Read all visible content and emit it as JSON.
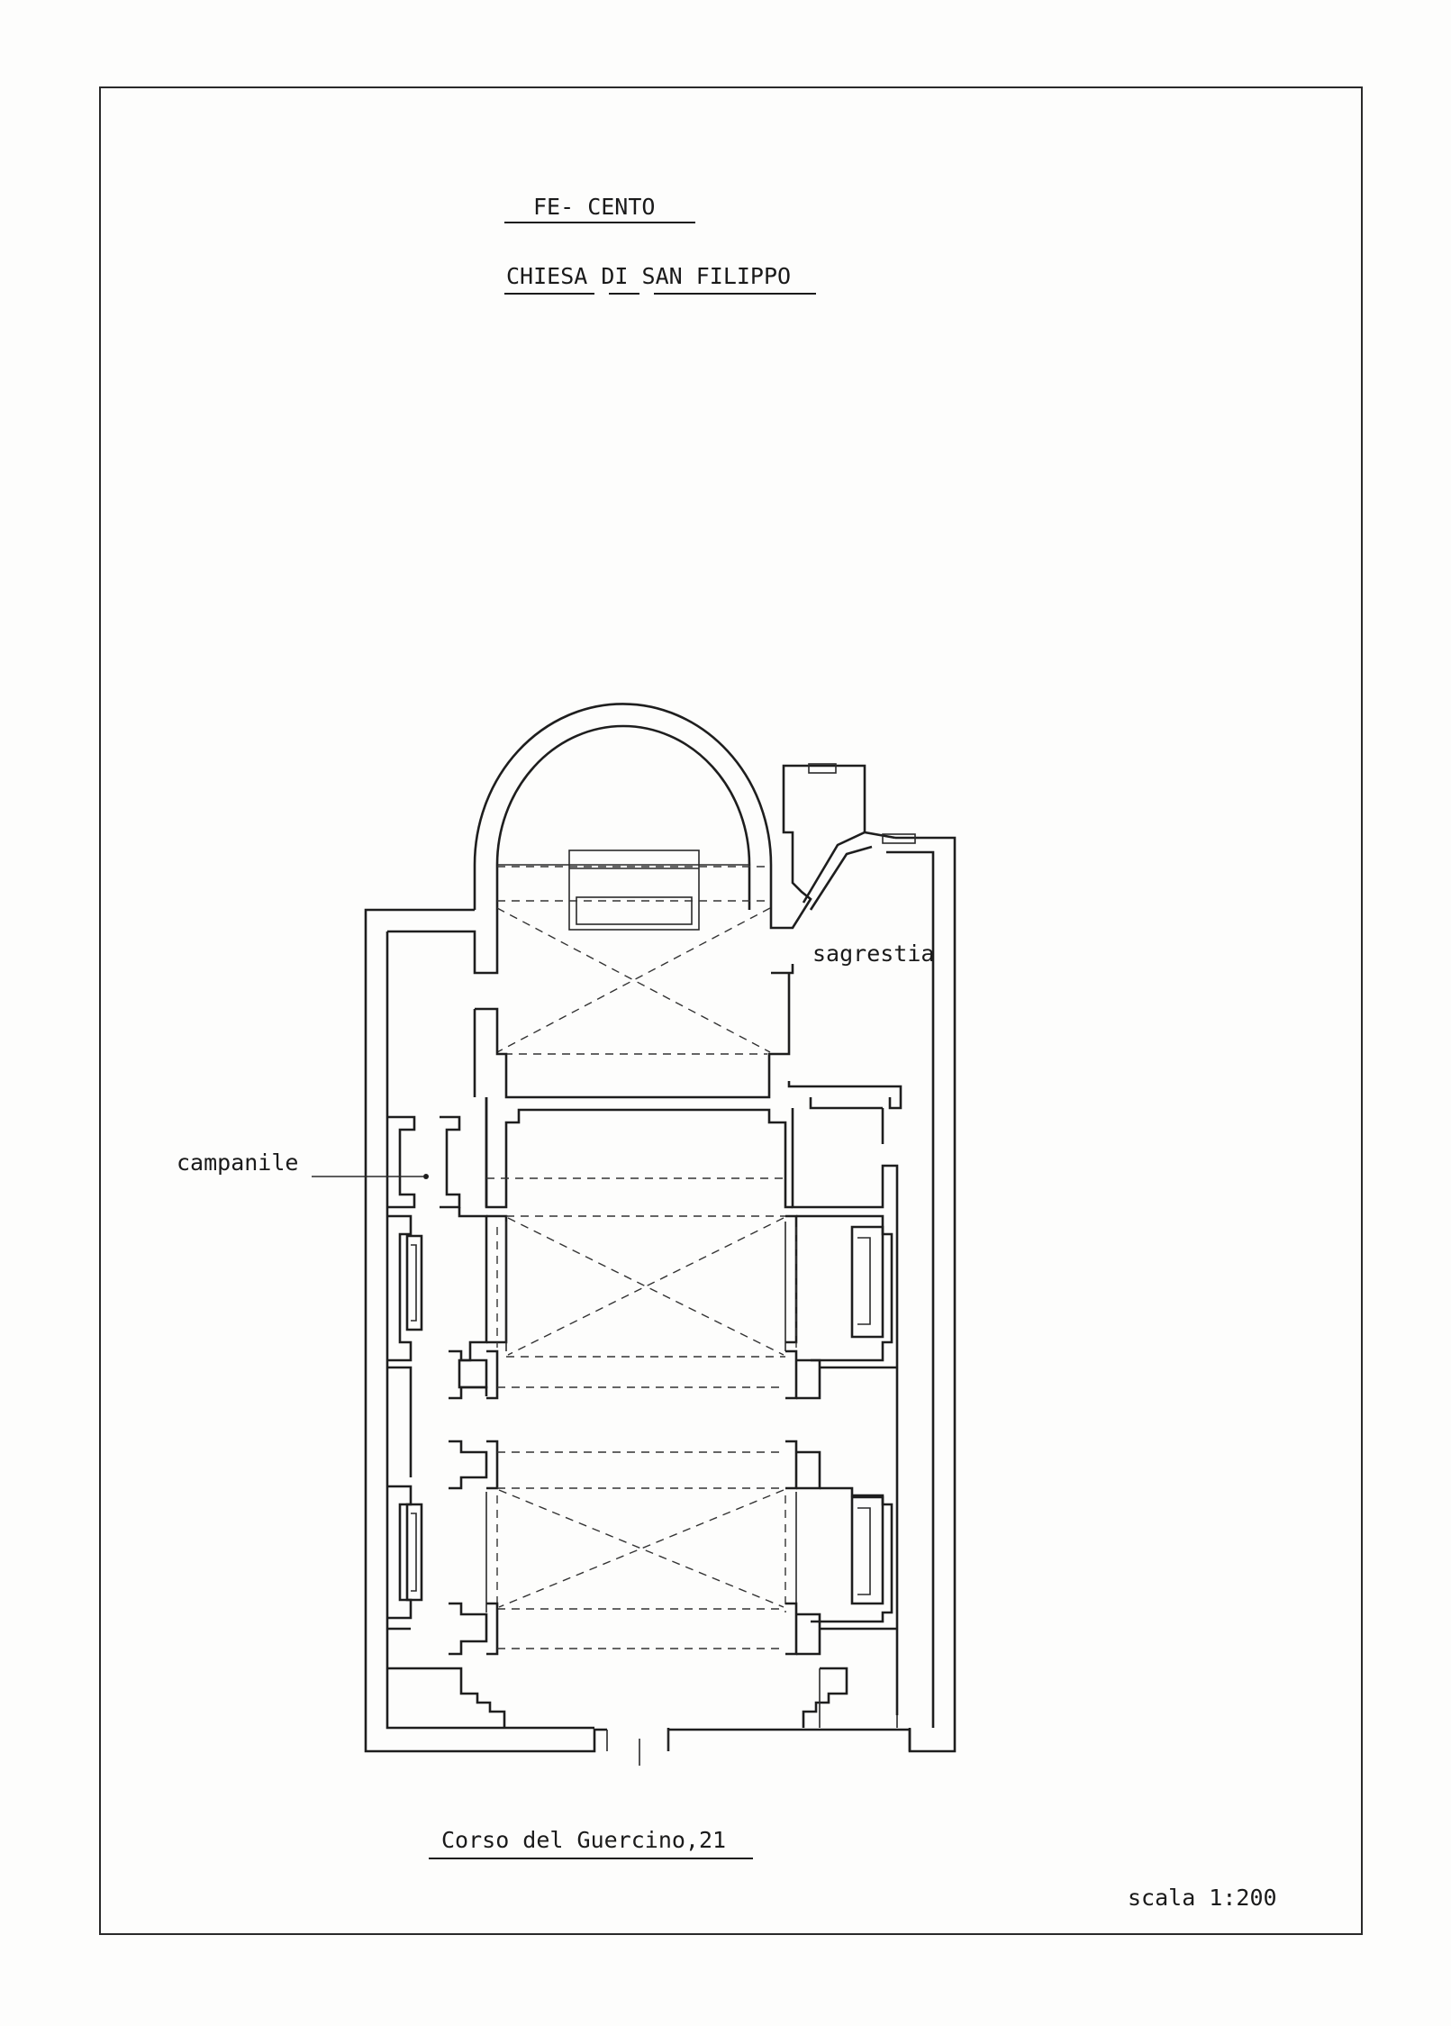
{
  "header": {
    "location": "FE- CENTO",
    "building": "CHIESA DI SAN FILIPPO"
  },
  "labels": {
    "sacristy": "sagrestia",
    "bell_tower": "campanile"
  },
  "footer": {
    "address": "Corso del Guercino,21",
    "scale": "scala 1:200"
  },
  "colors": {
    "ink": "#1e1e1e",
    "paper": "#fdfdfc"
  }
}
